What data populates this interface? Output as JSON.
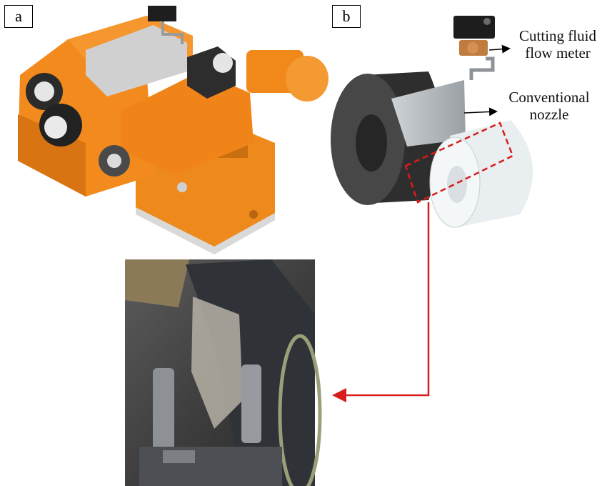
{
  "panels": [
    {
      "label": "a"
    },
    {
      "label": "b"
    }
  ],
  "callouts": {
    "flow_meter": {
      "line1": "Cutting fluid",
      "line2": "flow meter"
    },
    "nozzle": {
      "line1": "Conventional",
      "line2": "nozzle"
    }
  },
  "colors": {
    "machine_orange": "#f28a1e",
    "arrow_red": "#d81c1c",
    "wheel_dark": "#3c3c3c",
    "workpiece_white": "#e9eef0"
  }
}
